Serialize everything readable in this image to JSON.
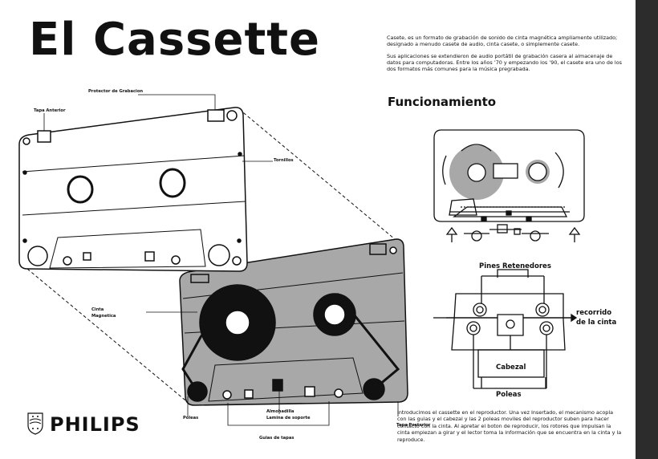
{
  "title": "El Cassette",
  "intro": {
    "p1": "Casete, es un formato de grabación de sonido de cinta magnética ampliamente utilizado; designado a menudo casete de audio, cinta casete, o simplemente casete.",
    "p2": "Sus aplicaciones se extendieron de audio portátil de grabación casera al almacenaje de datos para computadoras. Entre los años ’70 y empezando los ’90, el casete era uno de los dos formatos más comunes para la música pregrabada."
  },
  "section_title": "Funcionamiento",
  "labels": {
    "protector": "Protector de Grabacion",
    "tapa_anterior": "Tapa Anterior",
    "tornillos": "Tornillos",
    "cinta": "Cinta",
    "magnetica": "Magnetica",
    "poleas_small": "Poleas",
    "almohadilla": "Almohadilla",
    "lamina": "Lamina de soporte",
    "guias": "Guias de tapas",
    "tapa_posterior": "Tapa Posterior",
    "pines": "Pines Retenedores",
    "recorrido_1": "recorrido",
    "recorrido_2": "de la cinta",
    "cabezal": "Cabezal",
    "poleas": "Poleas"
  },
  "bottom_text": "Introducimos el cassette en el reproductor. Una vez Insertado, el mecanismo acopla con las guias y el cabezal y las 2 poleas moviles del reproductor suben para hacer contacto con la cinta. Al apretar el boton de reproducir, los rotores que impulsan la cinta empiezan a girar y el lector toma la información que se encuentra en la cinta y la reproduce.",
  "brand": "PHILIPS",
  "colors": {
    "sidebar": "#2c2c2c",
    "cassette_back": "#a8a8a8",
    "ink": "#111111"
  }
}
